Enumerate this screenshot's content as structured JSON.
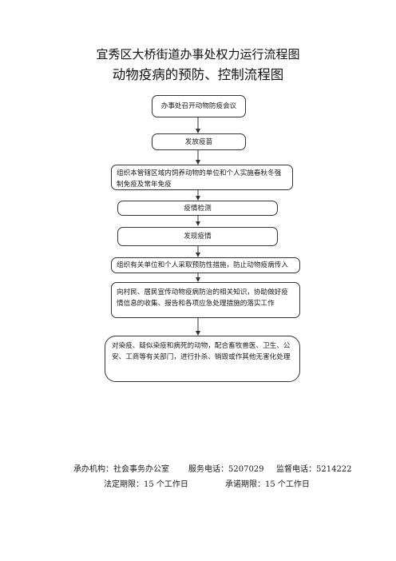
{
  "titles": {
    "line1": "宜秀区大桥街道办事处权力运行流程图",
    "line2": "动物疫病的预防、控制流程图"
  },
  "steps": [
    "办事处召开动物防疫会议",
    "发放疫苗",
    "组织本管辖区域内饲养动物的单位和个人实施春秋冬强制免疫及常年免疫",
    "疫情检测",
    "发现疫情",
    "组织有关单位和个人采取预防性措施，防止动物疫病传入",
    "向村民、居民宣传动物疫病防治的相关知识，协助做好疫情信息的收集、报告和各项应急处理措施的落实工作",
    "对染疫、疑似染疫和病死的动物，配合畜牧兽医、卫生、公安、工商等有关部门，进行扑杀、销毁或作其他无害化处理"
  ],
  "footer": {
    "org": "承办机构：社会事务办公室",
    "service_phone": "服务电话：5207029",
    "supervise_phone": "监督电话：5214222",
    "legal_limit": "法定期限：15 个工作日",
    "promise_limit": "承诺期限：15 个工作日"
  }
}
